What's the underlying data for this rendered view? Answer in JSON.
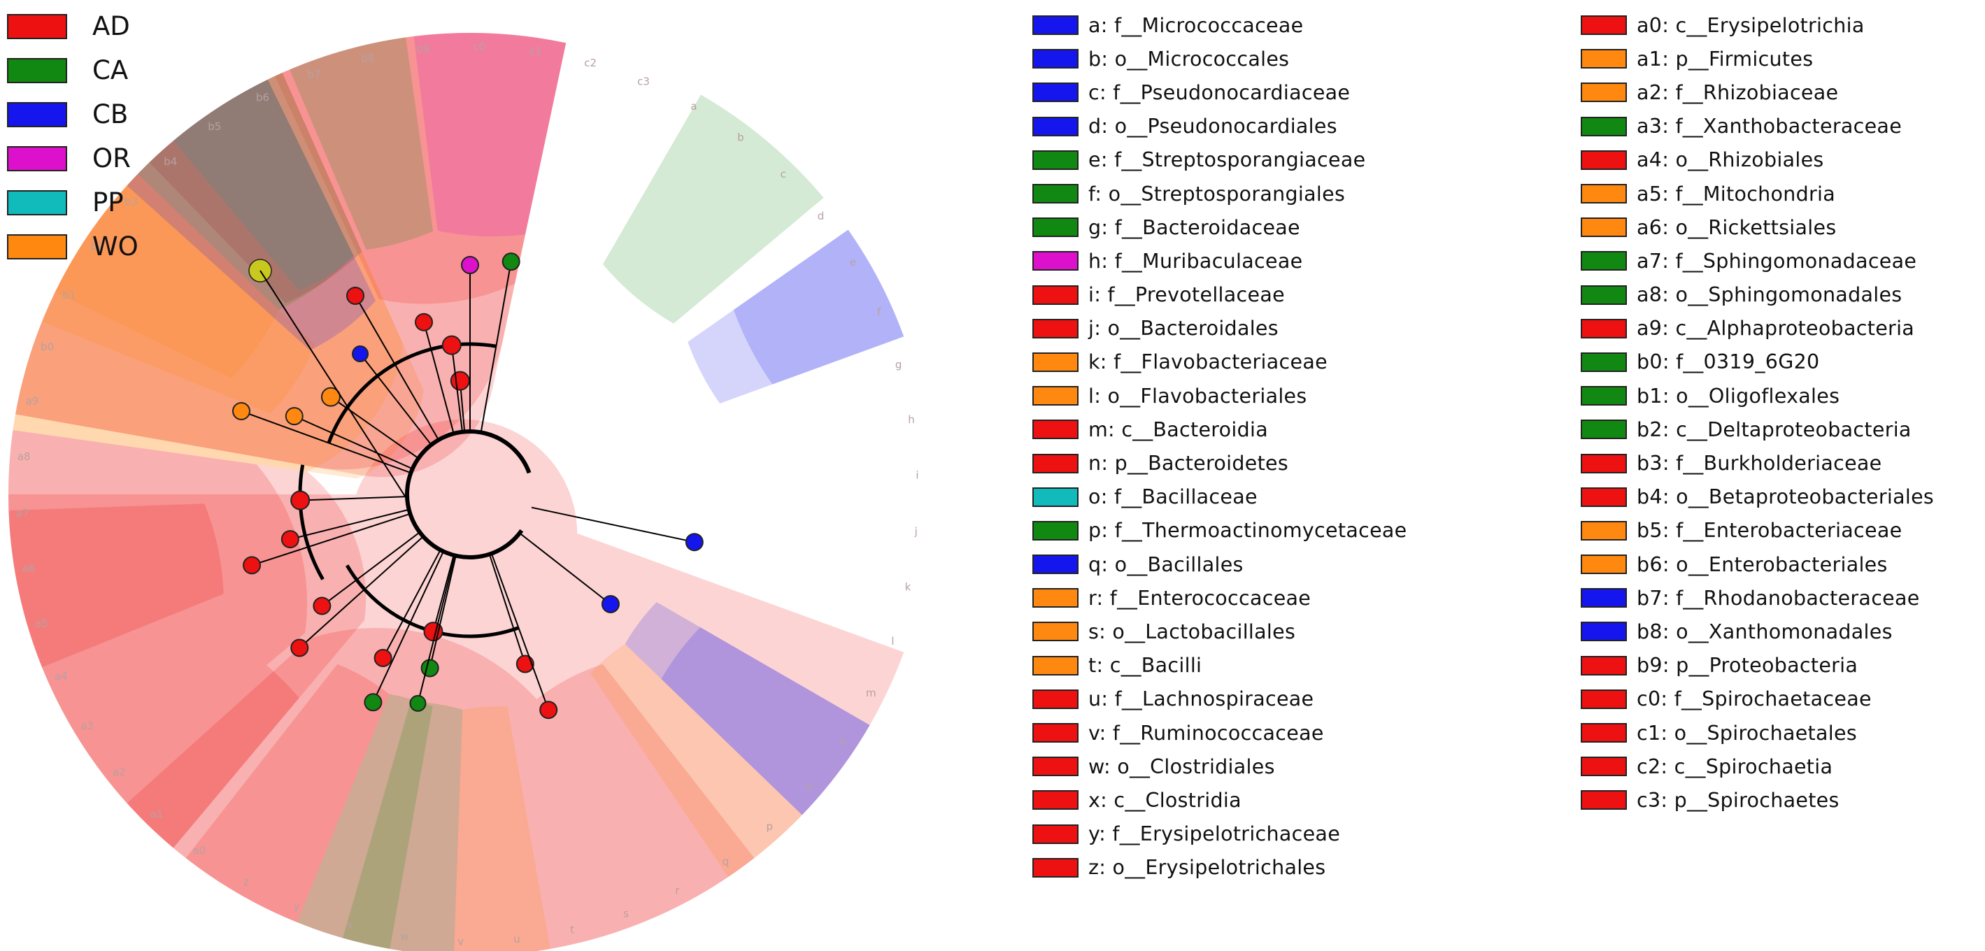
{
  "colors": {
    "AD": "#ee1111",
    "CA": "#118811",
    "CB": "#1515ee",
    "OR": "#dd11cc",
    "PP": "#11bbbb",
    "WO": "#ff8811",
    "yellow": "#c8c81e"
  },
  "groups": [
    {
      "key": "AD",
      "label": "AD"
    },
    {
      "key": "CA",
      "label": "CA"
    },
    {
      "key": "CB",
      "label": "CB"
    },
    {
      "key": "OR",
      "label": "OR"
    },
    {
      "key": "PP",
      "label": "PP"
    },
    {
      "key": "WO",
      "label": "WO"
    }
  ],
  "taxa": [
    {
      "code": "a",
      "label": "a: f__Micrococcaceae",
      "group": "CB"
    },
    {
      "code": "b",
      "label": "b: o__Micrococcales",
      "group": "CB"
    },
    {
      "code": "c",
      "label": "c: f__Pseudonocardiaceae",
      "group": "CB"
    },
    {
      "code": "d",
      "label": "d: o__Pseudonocardiales",
      "group": "CB"
    },
    {
      "code": "e",
      "label": "e: f__Streptosporangiaceae",
      "group": "CA"
    },
    {
      "code": "f",
      "label": "f: o__Streptosporangiales",
      "group": "CA"
    },
    {
      "code": "g",
      "label": "g: f__Bacteroidaceae",
      "group": "CA"
    },
    {
      "code": "h",
      "label": "h: f__Muribaculaceae",
      "group": "OR"
    },
    {
      "code": "i",
      "label": "i: f__Prevotellaceae",
      "group": "AD"
    },
    {
      "code": "j",
      "label": "j: o__Bacteroidales",
      "group": "AD"
    },
    {
      "code": "k",
      "label": "k: f__Flavobacteriaceae",
      "group": "WO"
    },
    {
      "code": "l",
      "label": "l: o__Flavobacteriales",
      "group": "WO"
    },
    {
      "code": "m",
      "label": "m: c__Bacteroidia",
      "group": "AD"
    },
    {
      "code": "n",
      "label": "n: p__Bacteroidetes",
      "group": "AD"
    },
    {
      "code": "o",
      "label": "o: f__Bacillaceae",
      "group": "PP"
    },
    {
      "code": "p",
      "label": "p: f__Thermoactinomycetaceae",
      "group": "CA"
    },
    {
      "code": "q",
      "label": "q: o__Bacillales",
      "group": "CB"
    },
    {
      "code": "r",
      "label": "r: f__Enterococcaceae",
      "group": "WO"
    },
    {
      "code": "s",
      "label": "s: o__Lactobacillales",
      "group": "WO"
    },
    {
      "code": "t",
      "label": "t: c__Bacilli",
      "group": "WO"
    },
    {
      "code": "u",
      "label": "u: f__Lachnospiraceae",
      "group": "AD"
    },
    {
      "code": "v",
      "label": "v: f__Ruminococcaceae",
      "group": "AD"
    },
    {
      "code": "w",
      "label": "w: o__Clostridiales",
      "group": "AD"
    },
    {
      "code": "x",
      "label": "x: c__Clostridia",
      "group": "AD"
    },
    {
      "code": "y",
      "label": "y: f__Erysipelotrichaceae",
      "group": "AD"
    },
    {
      "code": "z",
      "label": "z: o__Erysipelotrichales",
      "group": "AD"
    },
    {
      "code": "a0",
      "label": "a0: c__Erysipelotrichia",
      "group": "AD"
    },
    {
      "code": "a1",
      "label": "a1: p__Firmicutes",
      "group": "WO"
    },
    {
      "code": "a2",
      "label": "a2: f__Rhizobiaceae",
      "group": "WO"
    },
    {
      "code": "a3",
      "label": "a3: f__Xanthobacteraceae",
      "group": "CA"
    },
    {
      "code": "a4",
      "label": "a4: o__Rhizobiales",
      "group": "AD"
    },
    {
      "code": "a5",
      "label": "a5: f__Mitochondria",
      "group": "WO"
    },
    {
      "code": "a6",
      "label": "a6: o__Rickettsiales",
      "group": "WO"
    },
    {
      "code": "a7",
      "label": "a7: f__Sphingomonadaceae",
      "group": "CA"
    },
    {
      "code": "a8",
      "label": "a8: o__Sphingomonadales",
      "group": "CA"
    },
    {
      "code": "a9",
      "label": "a9: c__Alphaproteobacteria",
      "group": "AD"
    },
    {
      "code": "b0",
      "label": "b0: f__0319_6G20",
      "group": "CA"
    },
    {
      "code": "b1",
      "label": "b1: o__Oligoflexales",
      "group": "CA"
    },
    {
      "code": "b2",
      "label": "b2: c__Deltaproteobacteria",
      "group": "CA"
    },
    {
      "code": "b3",
      "label": "b3: f__Burkholderiaceae",
      "group": "AD"
    },
    {
      "code": "b4",
      "label": "b4: o__Betaproteobacteriales",
      "group": "AD"
    },
    {
      "code": "b5",
      "label": "b5: f__Enterobacteriaceae",
      "group": "WO"
    },
    {
      "code": "b6",
      "label": "b6: o__Enterobacteriales",
      "group": "WO"
    },
    {
      "code": "b7",
      "label": "b7: f__Rhodanobacteraceae",
      "group": "CB"
    },
    {
      "code": "b8",
      "label": "b8: o__Xanthomonadales",
      "group": "CB"
    },
    {
      "code": "b9",
      "label": "b9: p__Proteobacteria",
      "group": "AD"
    },
    {
      "code": "c0",
      "label": "c0: f__Spirochaetaceae",
      "group": "AD"
    },
    {
      "code": "c1",
      "label": "c1: o__Spirochaetales",
      "group": "AD"
    },
    {
      "code": "c2",
      "label": "c2: c__Spirochaetia",
      "group": "AD"
    },
    {
      "code": "c3",
      "label": "c3: p__Spirochaetes",
      "group": "AD"
    }
  ]
}
